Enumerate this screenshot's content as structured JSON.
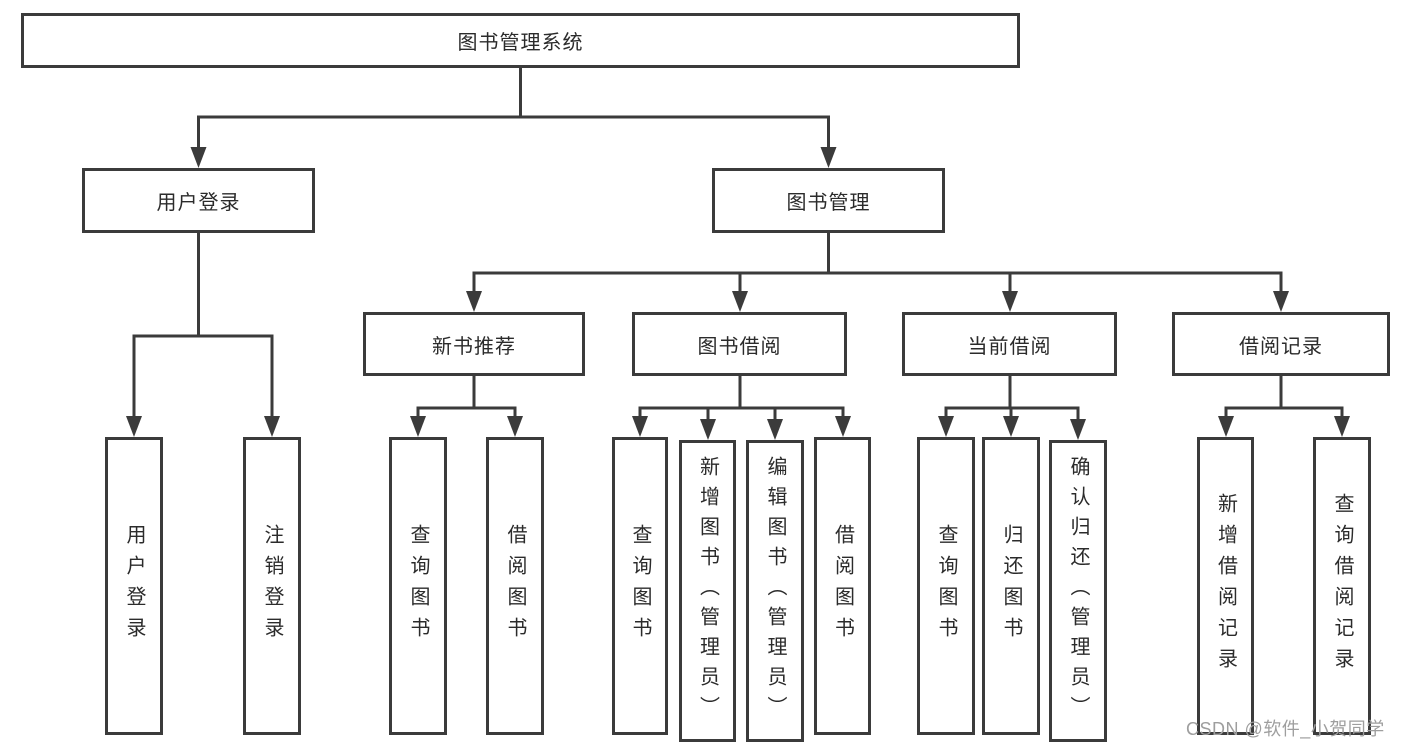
{
  "meta": {
    "type": "hierarchy-diagram",
    "title": "图书管理系统"
  },
  "tree": {
    "label": "图书管理系统",
    "children": [
      {
        "label": "用户登录",
        "children": [
          {
            "label": "用户登录"
          },
          {
            "label": "注销登录"
          }
        ]
      },
      {
        "label": "图书管理",
        "children": [
          {
            "label": "新书推荐",
            "children": [
              {
                "label": "查询图书"
              },
              {
                "label": "借阅图书"
              }
            ]
          },
          {
            "label": "图书借阅",
            "children": [
              {
                "label": "查询图书"
              },
              {
                "label": "新增图书（管理员）"
              },
              {
                "label": "编辑图书（管理员）"
              },
              {
                "label": "借阅图书"
              }
            ]
          },
          {
            "label": "当前借阅",
            "children": [
              {
                "label": "查询图书"
              },
              {
                "label": "归还图书"
              },
              {
                "label": "确认归还（管理员）"
              }
            ]
          },
          {
            "label": "借阅记录",
            "children": [
              {
                "label": "新增借阅记录"
              },
              {
                "label": "查询借阅记录"
              }
            ]
          }
        ]
      }
    ]
  },
  "watermark": {
    "text": "CSDN @软件_小贺同学"
  },
  "colors": {
    "background": "#ffffff",
    "line": "#3b3b3b",
    "box_border": "#3b3b3b",
    "text": "#2b2b2b",
    "watermark": "#9e9e9e"
  }
}
